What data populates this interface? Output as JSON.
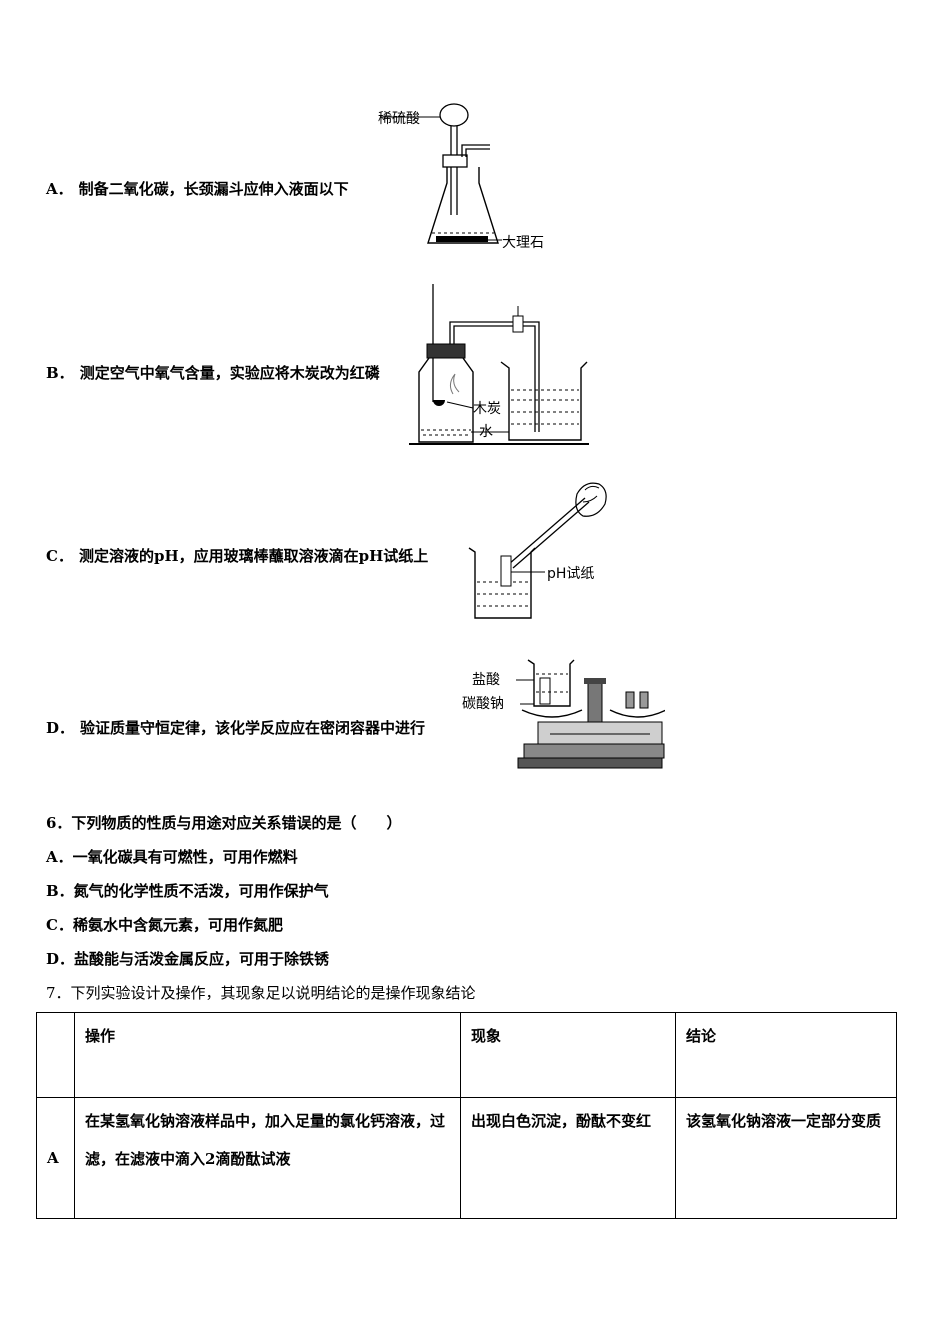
{
  "q5_options": [
    {
      "letter": "A．",
      "text": "制备二氧化碳，长颈漏斗应伸入液面以下",
      "fig_labels": [
        "稀硫酸",
        "大理石"
      ]
    },
    {
      "letter": "B．",
      "text": "测定空气中氧气含量，实验应将木炭改为红磷",
      "fig_labels": [
        "木炭",
        "水"
      ]
    },
    {
      "letter": "C．",
      "text": "测定溶液的pH，应用玻璃棒蘸取溶液滴在pH试纸上",
      "fig_labels": [
        "pH试纸"
      ]
    },
    {
      "letter": "D．",
      "text": "验证质量守恒定律，该化学反应应在密闭容器中进行",
      "fig_labels": [
        "盐酸",
        "碳酸钠"
      ]
    }
  ],
  "q6": {
    "stem": "6．下列物质的性质与用途对应关系错误的是（　　）",
    "options": [
      "A．一氧化碳具有可燃性，可用作燃料",
      "B．氮气的化学性质不活泼，可用作保护气",
      "C．稀氨水中含氮元素，可用作氮肥",
      "D．盐酸能与活泼金属反应，可用于除铁锈"
    ]
  },
  "q7": {
    "stem": "7．下列实验设计及操作，其现象足以说明结论的是操作现象结论",
    "table": {
      "headers": [
        "",
        "操作",
        "现象",
        "结论"
      ],
      "rows": [
        [
          "A",
          "在某氢氧化钠溶液样品中，加入足量的氯化钙溶液，过滤，在滤液中滴入2滴酚酞试液",
          "出现白色沉淀，酚酞不变红",
          "该氢氧化钠溶液一定部分变质"
        ]
      ]
    }
  }
}
